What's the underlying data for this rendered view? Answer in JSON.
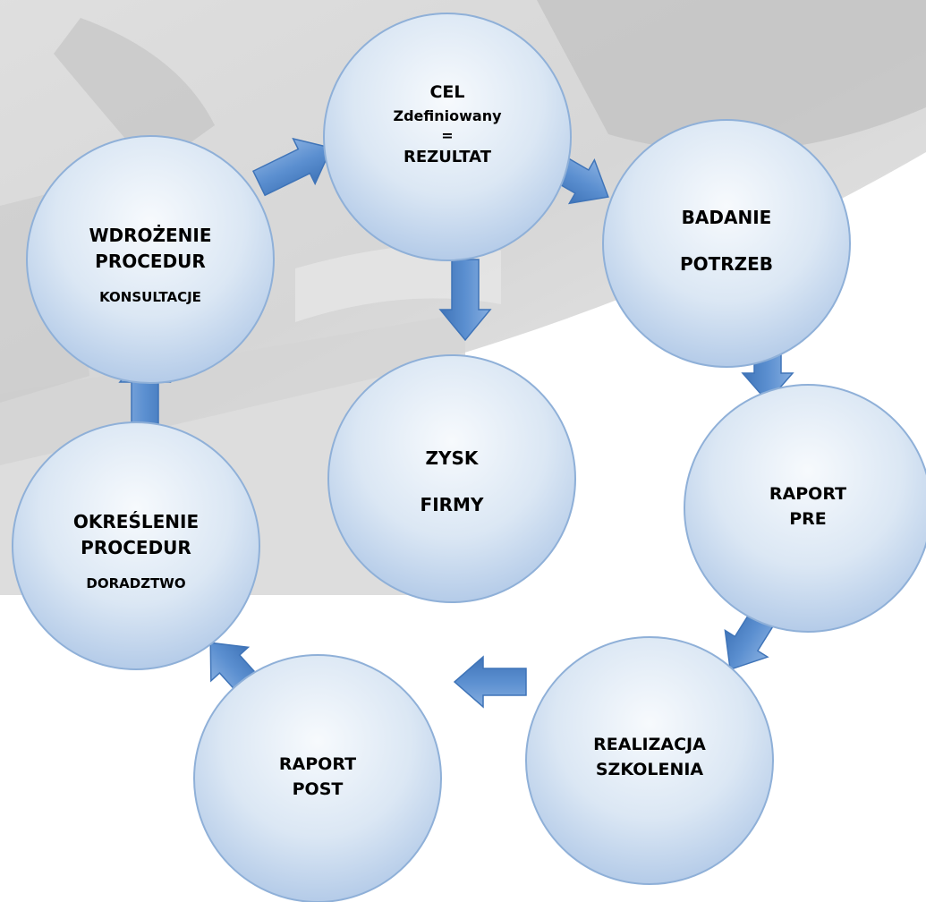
{
  "diagram": {
    "nodes": [
      {
        "id": "cel",
        "lines": [
          "CEL",
          "Zdefiniowany",
          "=",
          "REZULTAT"
        ]
      },
      {
        "id": "badanie",
        "lines": [
          "BADANIE",
          "POTRZEB"
        ]
      },
      {
        "id": "raport-pre",
        "lines": [
          "RAPORT",
          "PRE"
        ]
      },
      {
        "id": "realizacja",
        "lines": [
          "REALIZACJA",
          "SZKOLENIA"
        ]
      },
      {
        "id": "raport-post",
        "lines": [
          "RAPORT",
          "POST"
        ]
      },
      {
        "id": "okreslenie",
        "lines": [
          "OKREŚLENIE",
          "PROCEDUR",
          "DORADZTWO"
        ]
      },
      {
        "id": "wdrozenie",
        "lines": [
          "WDROŻENIE",
          "PROCEDUR",
          "KONSULTACJE"
        ]
      },
      {
        "id": "zysk",
        "lines": [
          "ZYSK",
          "FIRMY"
        ]
      }
    ],
    "arrows": [
      {
        "from": "cel",
        "to": "badanie"
      },
      {
        "from": "badanie",
        "to": "raport-pre"
      },
      {
        "from": "raport-pre",
        "to": "realizacja"
      },
      {
        "from": "realizacja",
        "to": "raport-post"
      },
      {
        "from": "raport-post",
        "to": "okreslenie"
      },
      {
        "from": "okreslenie",
        "to": "wdrozenie"
      },
      {
        "from": "wdrozenie",
        "to": "cel"
      },
      {
        "from": "cel",
        "to": "zysk"
      }
    ],
    "colors": {
      "circle_fill_light": "#f7fafd",
      "circle_fill_dark": "#adc6e6",
      "circle_stroke": "#8fb0d8",
      "arrow_fill": "#5b8fd0",
      "arrow_stroke": "#3f74b8"
    }
  }
}
